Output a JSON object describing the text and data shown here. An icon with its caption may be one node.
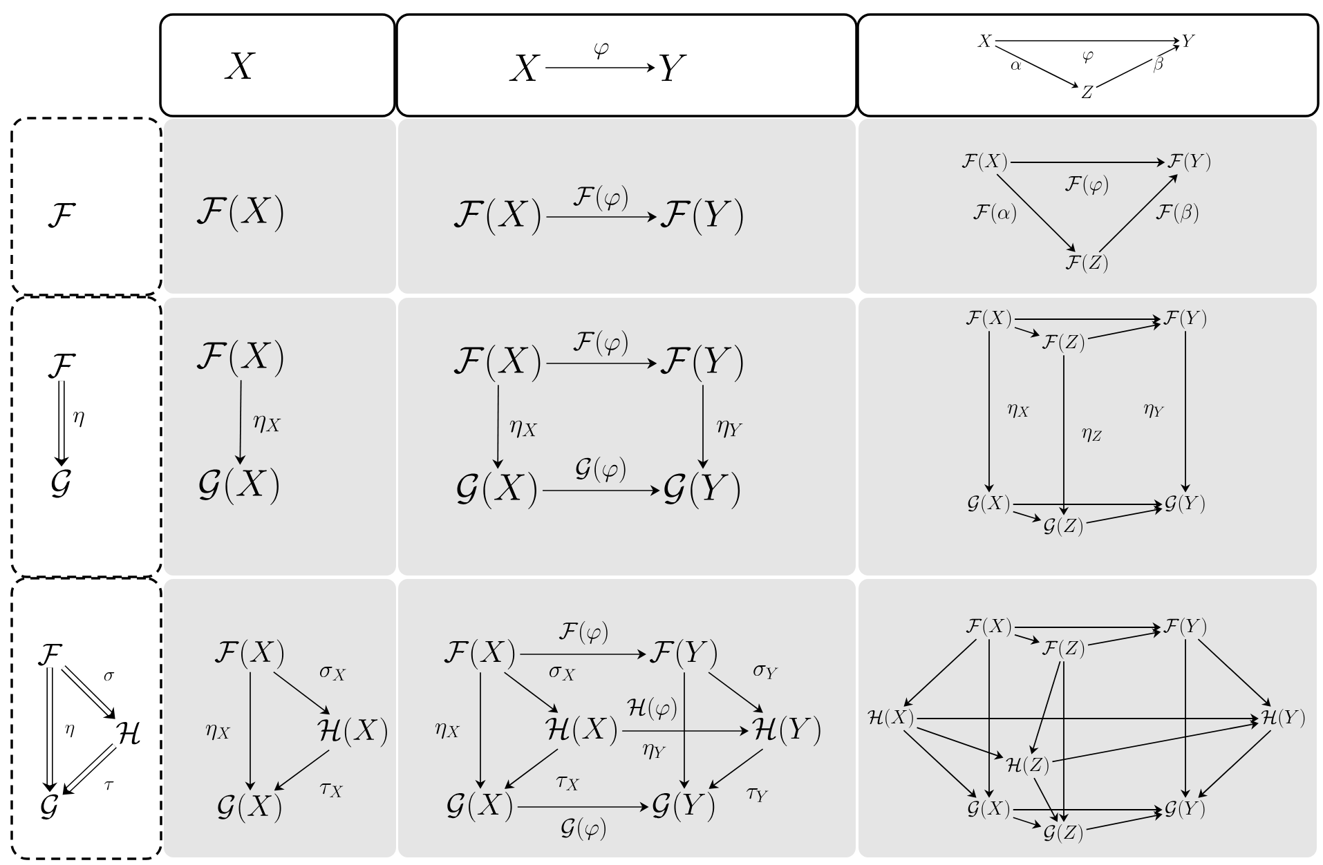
{
  "diagram": {
    "nodes": [
      {
        "text": [
          "X"
        ]
      },
      {
        "text": [],
        "shape": "box"
      },
      {
        "text": [
          "X"
        ],
        "in": 1
      },
      {
        "text": [
          "Y"
        ],
        "in": 1
      },
      {
        "text": [],
        "shape": "box"
      },
      {
        "text": [
          "X"
        ],
        "in": 4
      },
      {
        "text": [
          "Y"
        ],
        "in": 4
      },
      {
        "text": [
          "Z"
        ],
        "in": 4
      },
      {
        "text": [
          "\\mathcal{F}"
        ]
      },
      {
        "text": [
          "\\mathcal{F}(X)"
        ]
      },
      {
        "text": [],
        "shape": "box"
      },
      {
        "text": [
          "\\mathcal{F}(X)"
        ],
        "in": 10
      },
      {
        "text": [
          "\\mathcal{F}(Y)"
        ],
        "in": 10
      },
      {
        "text": [],
        "shape": "box"
      },
      {
        "text": [
          "\\mathcal{F}(X)"
        ],
        "in": 13
      },
      {
        "text": [
          "\\mathcal{F}(Y)"
        ],
        "in": 13
      },
      {
        "text": [
          "\\mathcal{F}(Z)"
        ],
        "in": 13
      },
      {
        "text": [],
        "shape": "box"
      },
      {
        "text": [
          "\\mathcal{F}"
        ],
        "in": 17
      },
      {
        "text": [
          "\\mathcal{G}"
        ],
        "in": 17
      },
      {
        "text": [],
        "shape": "box"
      },
      {
        "text": [
          "\\mathcal{F}(X)"
        ],
        "in": 20
      },
      {
        "text": [
          "\\mathcal{G}(X)"
        ],
        "in": 20
      },
      {
        "text": [],
        "shape": "box"
      },
      {
        "text": [
          "\\mathcal{F}(X)"
        ],
        "in": 23
      },
      {
        "text": [
          "\\mathcal{F}(Y)"
        ],
        "in": 23
      },
      {
        "text": [
          "\\mathcal{G}(X)"
        ],
        "in": 23
      },
      {
        "text": [
          "\\mathcal{G}(Y)"
        ],
        "in": 23
      },
      {
        "text": [],
        "shape": "box"
      },
      {
        "text": [
          "\\mathcal{F}(X)"
        ],
        "in": 28
      },
      {
        "text": [
          "\\mathcal{F}(Y)"
        ],
        "in": 28
      },
      {
        "text": [
          "\\mathcal{F}(Z)"
        ],
        "in": 28
      },
      {
        "text": [
          "\\mathcal{G}(X)"
        ],
        "in": 28
      },
      {
        "text": [
          "\\mathcal{G}(Y)"
        ],
        "in": 28
      },
      {
        "text": [
          "\\mathcal{G}(Z)"
        ],
        "in": 28
      },
      {
        "text": [],
        "shape": "box"
      },
      {
        "text": [
          "\\mathcal{F}"
        ],
        "in": 35
      },
      {
        "text": [
          "\\mathcal{H}"
        ],
        "in": 35
      },
      {
        "text": [
          "\\mathcal{G}"
        ],
        "in": 35
      },
      {
        "text": [],
        "shape": "box"
      },
      {
        "text": [
          "\\mathcal{F}(X)"
        ],
        "in": 39
      },
      {
        "text": [
          "\\mathcal{H}(X)"
        ],
        "in": 39
      },
      {
        "text": [
          "\\mathcal{G}(X)"
        ],
        "in": 39
      },
      {
        "text": [],
        "shape": "box"
      },
      {
        "text": [
          "\\mathcal{F}(X)"
        ],
        "in": 43
      },
      {
        "text": [
          "\\mathcal{F}(Y)"
        ],
        "in": 43
      },
      {
        "text": [
          "\\mathcal{H}(X)"
        ],
        "in": 43
      },
      {
        "text": [
          "\\mathcal{H}(Y)"
        ],
        "in": 43
      },
      {
        "text": [
          "\\mathcal{G}(X)"
        ],
        "in": 43
      },
      {
        "text": [
          "\\mathcal{G}(Y)"
        ],
        "in": 43
      },
      {
        "text": [],
        "shape": "box"
      },
      {
        "text": [
          "\\mathcal{F}(X)"
        ],
        "in": 50
      },
      {
        "text": [
          "\\mathcal{F}(Y)"
        ],
        "in": 50
      },
      {
        "text": [
          "\\mathcal{F}(Z)"
        ],
        "in": 50
      },
      {
        "text": [
          "\\mathcal{H}(X)"
        ],
        "in": 50
      },
      {
        "text": [
          "\\mathcal{H}(Y)"
        ],
        "in": 50
      },
      {
        "text": [
          "\\mathcal{H}(Z)"
        ],
        "in": 50
      },
      {
        "text": [
          "\\mathcal{G}(X)"
        ],
        "in": 50
      },
      {
        "text": [
          "\\mathcal{G}(Y)"
        ],
        "in": 50
      },
      {
        "text": [
          "\\mathcal{G}(Z)"
        ],
        "in": 50
      }
    ],
    "edges": [
      {
        "from": 2,
        "to": 3,
        "arrow": "to",
        "label": "\\varphi"
      },
      {
        "from": 5,
        "to": 6,
        "arrow": "to",
        "label": "\\varphi"
      },
      {
        "from": 5,
        "to": 7,
        "arrow": "to",
        "label": "\\alpha"
      },
      {
        "from": 7,
        "to": 6,
        "arrow": "to",
        "label": "\\beta"
      },
      {
        "from": 11,
        "to": 12,
        "arrow": "to",
        "label": "\\mathcal{F}(\\varphi)"
      },
      {
        "from": 14,
        "to": 15,
        "arrow": "to",
        "label": "\\mathcal{F}(\\varphi)"
      },
      {
        "from": 14,
        "to": 16,
        "arrow": "to",
        "label": "\\mathcal{F}(\\alpha)"
      },
      {
        "from": 16,
        "to": 15,
        "arrow": "to",
        "label": "\\mathcal{F}(\\beta)"
      },
      {
        "from": 18,
        "to": 19,
        "arrow": "to",
        "label": "\\eta",
        "style": "thick"
      },
      {
        "from": 21,
        "to": 22,
        "arrow": "to",
        "label": "\\eta_X"
      },
      {
        "from": 24,
        "to": 25,
        "arrow": "to",
        "label": "\\mathcal{F}(\\varphi)"
      },
      {
        "from": 24,
        "to": 26,
        "arrow": "to",
        "label": "\\eta_X"
      },
      {
        "from": 25,
        "to": 27,
        "arrow": "to",
        "label": "\\eta_Y"
      },
      {
        "from": 26,
        "to": 27,
        "arrow": "to",
        "label": "\\mathcal{G}(\\varphi)"
      },
      {
        "from": 29,
        "to": 30,
        "arrow": "to"
      },
      {
        "from": 29,
        "to": 31,
        "arrow": "to"
      },
      {
        "from": 31,
        "to": 30,
        "arrow": "to"
      },
      {
        "from": 29,
        "to": 32,
        "arrow": "to",
        "label": "\\eta_X"
      },
      {
        "from": 31,
        "to": 34,
        "arrow": "to",
        "label": "\\eta_Z"
      },
      {
        "from": 30,
        "to": 33,
        "arrow": "to",
        "label": "\\eta_Y"
      },
      {
        "from": 32,
        "to": 33,
        "arrow": "to"
      },
      {
        "from": 32,
        "to": 34,
        "arrow": "to"
      },
      {
        "from": 34,
        "to": 33,
        "arrow": "to"
      },
      {
        "from": 36,
        "to": 37,
        "arrow": "to",
        "label": "\\sigma",
        "style": "thick"
      },
      {
        "from": 36,
        "to": 38,
        "arrow": "to",
        "label": "\\eta",
        "style": "thick"
      },
      {
        "from": 37,
        "to": 38,
        "arrow": "to",
        "label": "\\tau",
        "style": "thick"
      },
      {
        "from": 40,
        "to": 41,
        "arrow": "to",
        "label": "\\sigma_X"
      },
      {
        "from": 40,
        "to": 42,
        "arrow": "to",
        "label": "\\eta_X"
      },
      {
        "from": 41,
        "to": 42,
        "arrow": "to",
        "label": "\\tau_X"
      },
      {
        "from": 44,
        "to": 45,
        "arrow": "to",
        "label": "\\mathcal{F}(\\varphi)"
      },
      {
        "from": 44,
        "to": 46,
        "arrow": "to",
        "label": "\\sigma_X"
      },
      {
        "from": 44,
        "to": 48,
        "arrow": "to",
        "label": "\\eta_X"
      },
      {
        "from": 45,
        "to": 47,
        "arrow": "to",
        "label": "\\sigma_Y"
      },
      {
        "from": 45,
        "to": 49,
        "arrow": "to",
        "label": "\\eta_Y"
      },
      {
        "from": 46,
        "to": 47,
        "arrow": "to",
        "label": "\\mathcal{H}(\\varphi)"
      },
      {
        "from": 46,
        "to": 48,
        "arrow": "to",
        "label": "\\tau_X"
      },
      {
        "from": 47,
        "to": 49,
        "arrow": "to",
        "label": "\\tau_Y"
      },
      {
        "from": 48,
        "to": 49,
        "arrow": "to",
        "label": "\\mathcal{G}(\\varphi)"
      },
      {
        "from": 51,
        "to": 52,
        "arrow": "to"
      },
      {
        "from": 51,
        "to": 53,
        "arrow": "to"
      },
      {
        "from": 53,
        "to": 52,
        "arrow": "to"
      },
      {
        "from": 51,
        "to": 54,
        "arrow": "to"
      },
      {
        "from": 51,
        "to": 57,
        "arrow": "to"
      },
      {
        "from": 52,
        "to": 55,
        "arrow": "to"
      },
      {
        "from": 52,
        "to": 58,
        "arrow": "to"
      },
      {
        "from": 53,
        "to": 56,
        "arrow": "to"
      },
      {
        "from": 53,
        "to": 59,
        "arrow": "to"
      },
      {
        "from": 54,
        "to": 55,
        "arrow": "to"
      },
      {
        "from": 54,
        "to": 56,
        "arrow": "to"
      },
      {
        "from": 54,
        "to": 57,
        "arrow": "to"
      },
      {
        "from": 56,
        "to": 55,
        "arrow": "to"
      },
      {
        "from": 56,
        "to": 59,
        "arrow": "to"
      },
      {
        "from": 55,
        "to": 58,
        "arrow": "to"
      },
      {
        "from": 57,
        "to": 58,
        "arrow": "to"
      },
      {
        "from": 57,
        "to": 59,
        "arrow": "to"
      },
      {
        "from": 59,
        "to": 58,
        "arrow": "to"
      }
    ]
  }
}
